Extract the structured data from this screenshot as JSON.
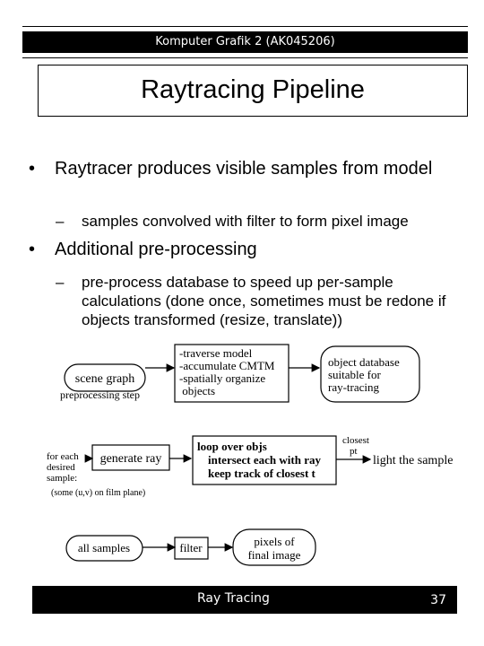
{
  "header": {
    "course": "Komputer Grafik 2 (AK045206)"
  },
  "title": "Raytracing Pipeline",
  "bullets": [
    {
      "text": "Raytracer produces visible samples from model",
      "subs": [
        "samples convolved with filter to form pixel image"
      ]
    },
    {
      "text": "Additional pre-processing",
      "subs": [
        "pre-process database to speed up per-sample calculations (done once, sometimes must be redone if objects transformed (resize, translate))"
      ]
    }
  ],
  "diagram": {
    "row1": {
      "scene_graph": "scene graph",
      "preprocessing_step": "preprocessing step",
      "steps": [
        "-traverse model",
        "-accumulate CMTM",
        "-spatially organize",
        " objects"
      ],
      "object_database": [
        "object database",
        "suitable for",
        "ray-tracing"
      ]
    },
    "row2": {
      "for_each": [
        "for each",
        "desired",
        "sample:"
      ],
      "film_plane": "(some (u,v) on film plane)",
      "generate_ray": "generate ray",
      "loop": [
        "loop over objs",
        "intersect each with ray",
        "keep track of closest t"
      ],
      "closest_pt": [
        "closest",
        "pt"
      ],
      "light_sample": "light the sample"
    },
    "row3": {
      "all_samples": "all samples",
      "filter": "filter",
      "pixels": [
        "pixels of",
        "final image"
      ]
    }
  },
  "footer": {
    "label": "Ray Tracing",
    "page": "37"
  }
}
